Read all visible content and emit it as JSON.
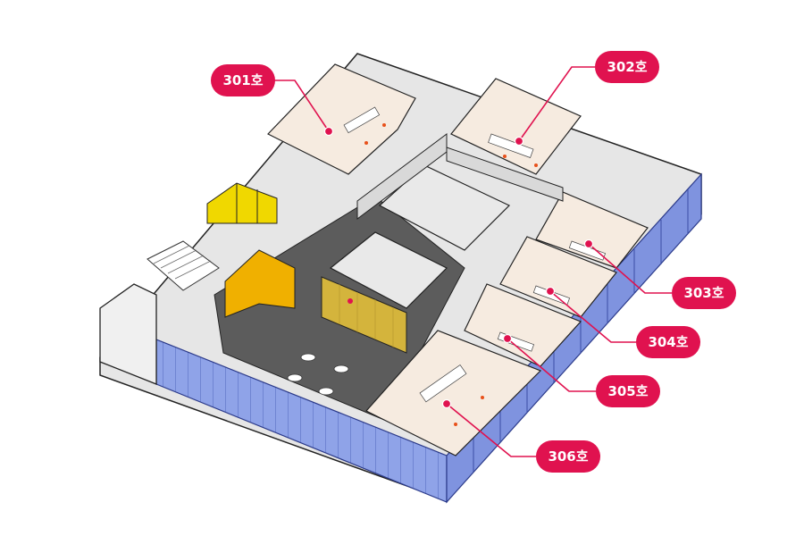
{
  "colors": {
    "accent": "#e0124f",
    "glass": "#8fa3e8",
    "glass_dark": "#6d83d6",
    "floor_common": "#5a5a5a",
    "floor_office": "#f6ebe0",
    "wall": "#f2f2f2",
    "wall_side": "#d9d9d9",
    "yellow": "#f0d800",
    "orange": "#f0b000",
    "sign_gold": "#d4b43c"
  },
  "rooms": [
    {
      "id": "301",
      "label": "301호"
    },
    {
      "id": "302",
      "label": "302호"
    },
    {
      "id": "303",
      "label": "303호"
    },
    {
      "id": "304",
      "label": "304호"
    },
    {
      "id": "305",
      "label": "305호"
    },
    {
      "id": "306",
      "label": "306호"
    }
  ]
}
